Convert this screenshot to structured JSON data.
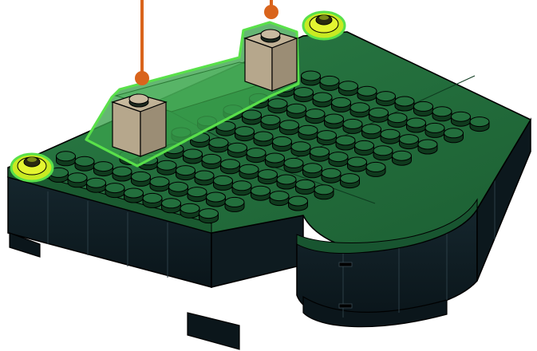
{
  "scene": {
    "subject": "lego-build-step",
    "colors": {
      "background": "#ffffff",
      "plate_green": "#1f6b3a",
      "plate_green_light": "#2f8a4c",
      "stud_top": "#236f3d",
      "stud_side": "#0f3a1d",
      "base_black": "#0d1c22",
      "base_black_light": "#1b2c33",
      "edge_line": "#000000",
      "highlight_green": "#59e04a",
      "highlight_fill": "#3aa24b",
      "tan_brick": "#b9aa90",
      "tan_brick_dark": "#8f826c",
      "callout_orange": "#d9641c",
      "yellow_stud": "#d9ef1e"
    },
    "callouts": [
      {
        "name": "callout-left"
      },
      {
        "name": "callout-right"
      }
    ],
    "studs_grid": {
      "rows": 10,
      "cols": 12
    }
  }
}
